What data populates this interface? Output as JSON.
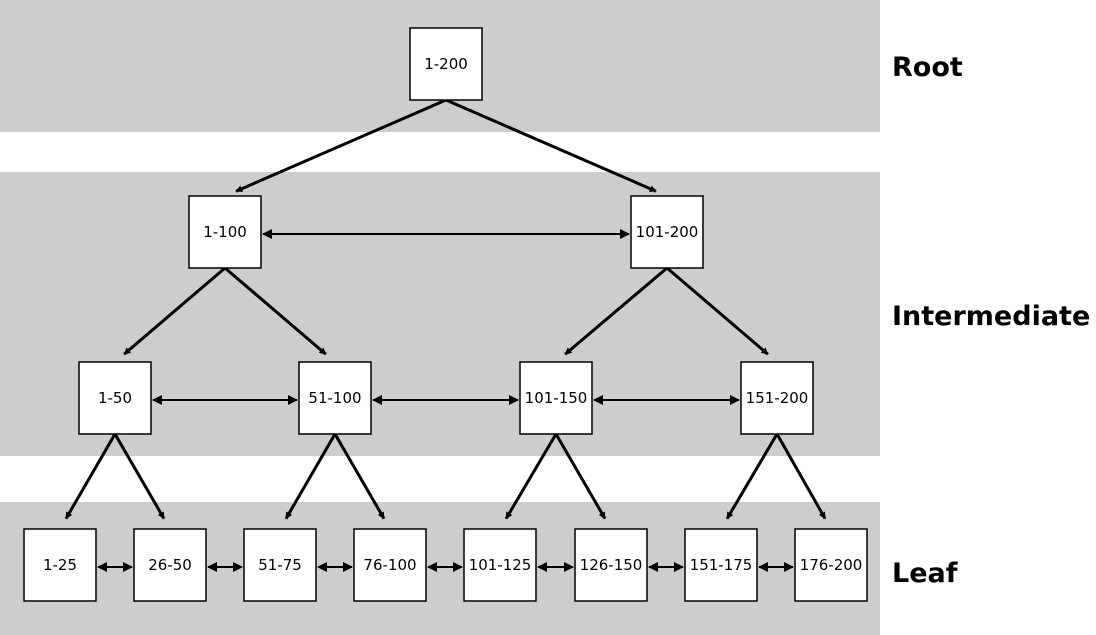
{
  "levels": [
    {
      "id": "root",
      "label": "Root"
    },
    {
      "id": "intermediate",
      "label": "Intermediate"
    },
    {
      "id": "leaf",
      "label": "Leaf"
    }
  ],
  "nodes": [
    {
      "id": "n1-200",
      "label": "1-200",
      "level": "root"
    },
    {
      "id": "n1-100",
      "label": "1-100",
      "level": "intermediate"
    },
    {
      "id": "n101-200",
      "label": "101-200",
      "level": "intermediate"
    },
    {
      "id": "n1-50",
      "label": "1-50",
      "level": "intermediate"
    },
    {
      "id": "n51-100",
      "label": "51-100",
      "level": "intermediate"
    },
    {
      "id": "n101-150",
      "label": "101-150",
      "level": "intermediate"
    },
    {
      "id": "n151-200",
      "label": "151-200",
      "level": "intermediate"
    },
    {
      "id": "n1-25",
      "label": "1-25",
      "level": "leaf"
    },
    {
      "id": "n26-50",
      "label": "26-50",
      "level": "leaf"
    },
    {
      "id": "n51-75",
      "label": "51-75",
      "level": "leaf"
    },
    {
      "id": "n76-100",
      "label": "76-100",
      "level": "leaf"
    },
    {
      "id": "n101-125",
      "label": "101-125",
      "level": "leaf"
    },
    {
      "id": "n126-150",
      "label": "126-150",
      "level": "leaf"
    },
    {
      "id": "n151-175",
      "label": "151-175",
      "level": "leaf"
    },
    {
      "id": "n176-200",
      "label": "176-200",
      "level": "leaf"
    }
  ],
  "edges": [
    [
      "n1-200",
      "n1-100"
    ],
    [
      "n1-200",
      "n101-200"
    ],
    [
      "n1-100",
      "n1-50"
    ],
    [
      "n1-100",
      "n51-100"
    ],
    [
      "n101-200",
      "n101-150"
    ],
    [
      "n101-200",
      "n151-200"
    ],
    [
      "n1-50",
      "n1-25"
    ],
    [
      "n1-50",
      "n26-50"
    ],
    [
      "n51-100",
      "n51-75"
    ],
    [
      "n51-100",
      "n76-100"
    ],
    [
      "n101-150",
      "n101-125"
    ],
    [
      "n101-150",
      "n126-150"
    ],
    [
      "n151-200",
      "n151-175"
    ],
    [
      "n151-200",
      "n176-200"
    ]
  ],
  "sibling_links": [
    [
      "n1-100",
      "n101-200"
    ],
    [
      "n1-50",
      "n51-100"
    ],
    [
      "n51-100",
      "n101-150"
    ],
    [
      "n101-150",
      "n151-200"
    ],
    [
      "n1-25",
      "n26-50"
    ],
    [
      "n26-50",
      "n51-75"
    ],
    [
      "n51-75",
      "n76-100"
    ],
    [
      "n76-100",
      "n101-125"
    ],
    [
      "n101-125",
      "n126-150"
    ],
    [
      "n126-150",
      "n151-175"
    ],
    [
      "n151-175",
      "n176-200"
    ]
  ],
  "colors": {
    "band": "#cdcdcd",
    "node_fill": "#ffffff",
    "stroke": "#000000"
  }
}
